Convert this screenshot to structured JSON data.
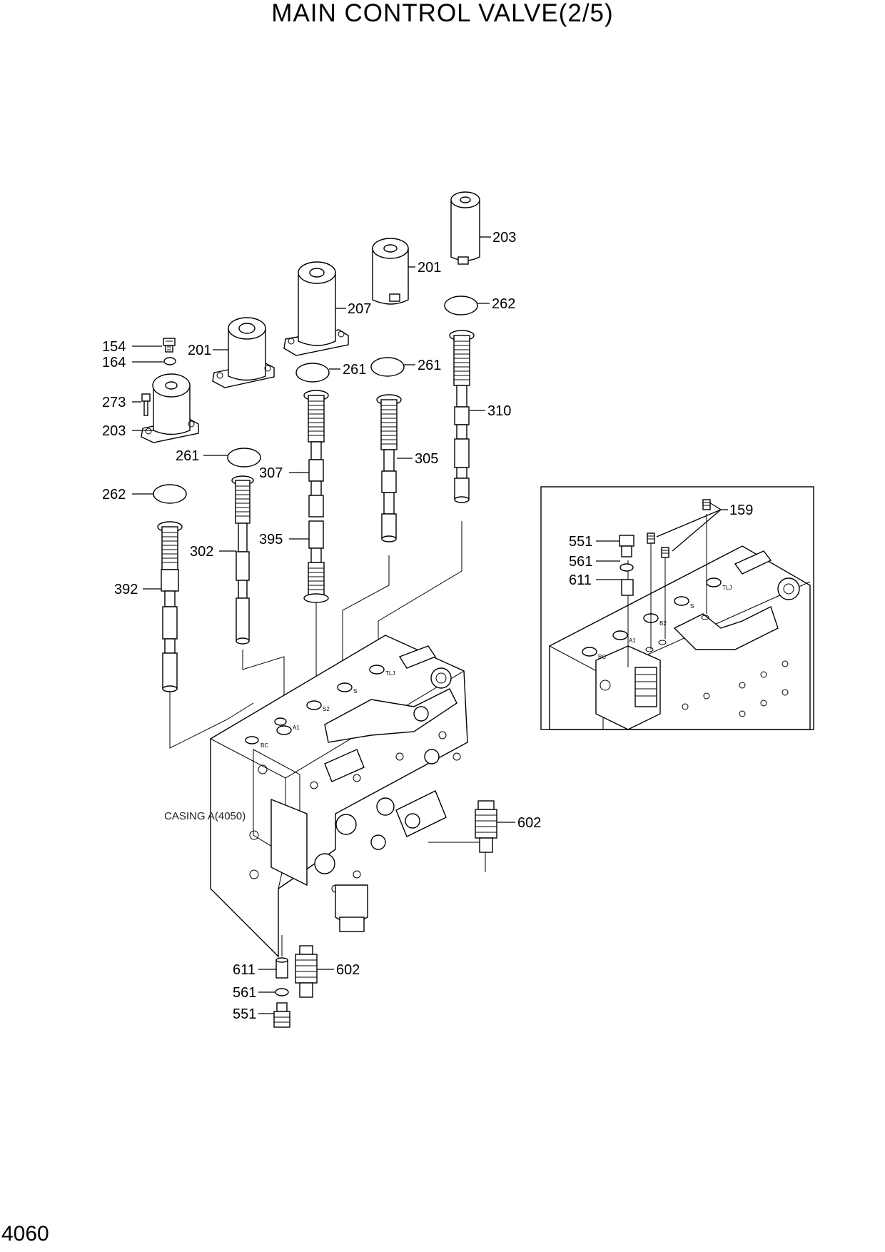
{
  "title": "MAIN CONTROL VALVE(2/5)",
  "page_number": "4060",
  "casing_label": "CASING A(4050)",
  "callouts": {
    "c154": "154",
    "c164": "164",
    "c273": "273",
    "c203_left": "203",
    "c201_left": "201",
    "c207": "207",
    "c201_mid": "201",
    "c203_right": "203",
    "c262_right": "262",
    "c261_mid": "261",
    "c261_right": "261",
    "c310": "310",
    "c305": "305",
    "c307": "307",
    "c395": "395",
    "c261_left": "261",
    "c262_left": "262",
    "c302": "302",
    "c392": "392",
    "c602_right": "602",
    "c611_bottom": "611",
    "c602_bottom": "602",
    "c561_bottom": "561",
    "c551_bottom": "551",
    "c159": "159",
    "c551_inset": "551",
    "c561_inset": "561",
    "c611_inset": "611"
  },
  "port_marks": {
    "bc": "BC",
    "a1": "A1",
    "s2": "S2",
    "s": "S",
    "tl": "TLJ",
    "inset_bc": "BC",
    "inset_a1": "A1",
    "inset_b2": "B2",
    "inset_s": "S",
    "inset_tl": "TLJ"
  }
}
